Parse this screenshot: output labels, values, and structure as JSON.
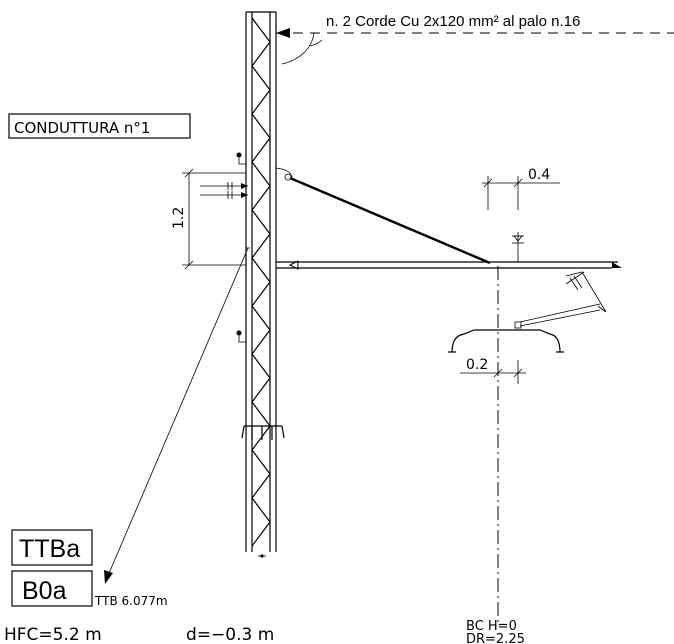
{
  "labels": {
    "cables": "n. 2 Corde Cu 2x120 mm² al palo n.16",
    "conduttura": "CONDUTTURA n°1",
    "dim_12": "1.2",
    "dim_04": "0.4",
    "dim_02": "0.2",
    "ttba": "TTBa",
    "b0a": "B0a",
    "ttb": "TTB 6.077m",
    "hfc": "HFC=5.2 m",
    "d": "d=−0.3 m",
    "bc": "BC H=0",
    "dr": "DR=2.25"
  }
}
